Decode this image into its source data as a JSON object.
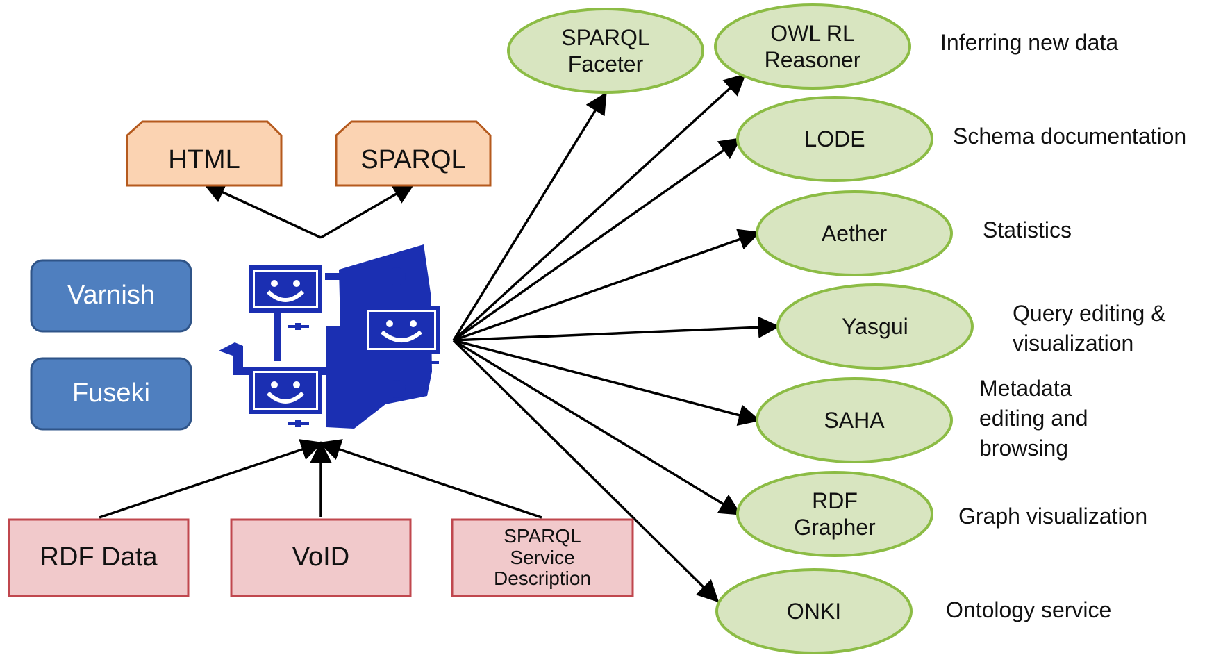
{
  "colors": {
    "format_fill": "#fbd3b2",
    "format_stroke": "#b55a1e",
    "server_fill": "#4f7fbf",
    "server_stroke": "#2f5488",
    "source_fill": "#f1c9cb",
    "source_stroke": "#c0474e",
    "tool_fill": "#d8e5c0",
    "tool_stroke": "#8cbc45",
    "logo_blue": "#1b2fb2",
    "arrow": "#000000"
  },
  "output_formats": [
    {
      "label": "HTML"
    },
    {
      "label": "SPARQL"
    }
  ],
  "servers": [
    {
      "label": "Varnish"
    },
    {
      "label": "Fuseki"
    }
  ],
  "logo": {
    "icon": "smiley-network-logo-icon"
  },
  "sources": [
    {
      "label": "RDF Data"
    },
    {
      "label": "VoID"
    },
    {
      "label": "SPARQL\nService\nDescription"
    }
  ],
  "tools": [
    {
      "label": "SPARQL\nFaceter",
      "description": ""
    },
    {
      "label": "OWL RL\nReasoner",
      "description": "Inferring new data"
    },
    {
      "label": "LODE",
      "description": "Schema documentation"
    },
    {
      "label": "Aether",
      "description": "Statistics"
    },
    {
      "label": "Yasgui",
      "description": "Query editing &\nvisualization"
    },
    {
      "label": "SAHA",
      "description": "Metadata\nediting and\nbrowsing"
    },
    {
      "label": "RDF\nGrapher",
      "description": "Graph visualization"
    },
    {
      "label": "ONKI",
      "description": "Ontology service"
    }
  ]
}
